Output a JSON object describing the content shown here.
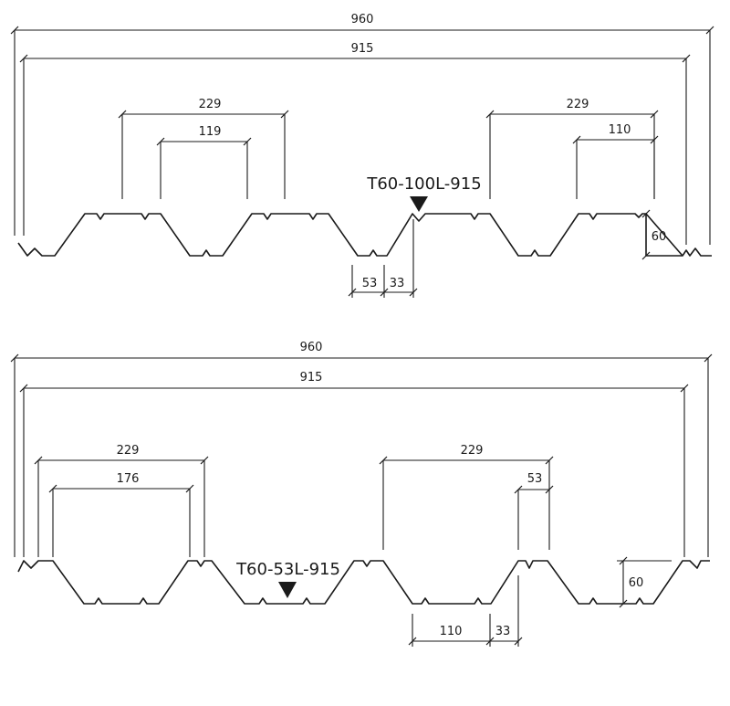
{
  "top_profile": {
    "name": "T60-100L-915",
    "dims": {
      "overall_width": "960",
      "cover_width": "915",
      "rib_top_outer": "229",
      "rib_top_inner": "119",
      "rib_right_outer": "229",
      "rib_right_inner": "110",
      "pan_half": "53",
      "offset": "33",
      "height": "60"
    }
  },
  "bottom_profile": {
    "name": "T60-53L-915",
    "dims": {
      "overall_width": "960",
      "cover_width": "915",
      "rib_left_outer": "229",
      "rib_left_inner": "176",
      "rib_right_outer": "229",
      "rib_right_inner": "53",
      "pan_width": "110",
      "offset": "33",
      "height": "60"
    }
  }
}
